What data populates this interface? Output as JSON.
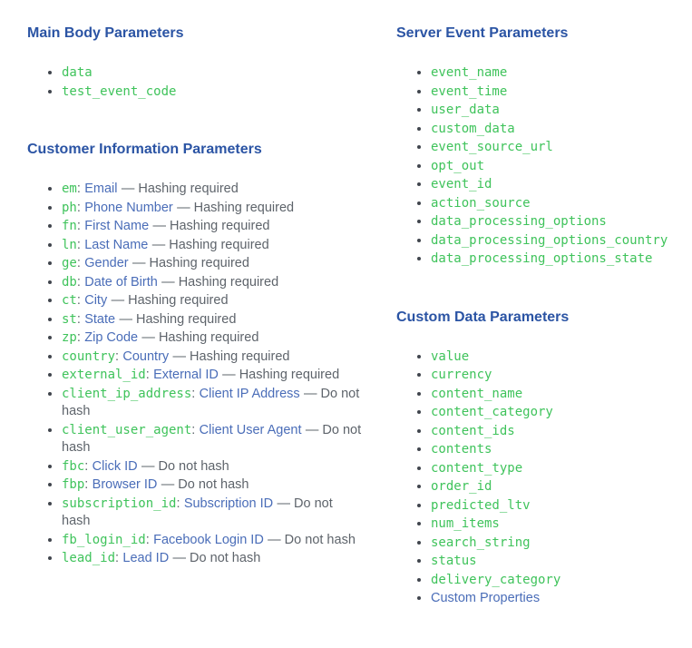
{
  "ui": {
    "colon": ":"
  },
  "sections": {
    "main_body": {
      "title": "Main Body Parameters",
      "items": [
        {
          "code": "data"
        },
        {
          "code": "test_event_code"
        }
      ]
    },
    "customer_info": {
      "title": "Customer Information Parameters",
      "items": [
        {
          "code": "em",
          "link": "Email",
          "note": "— Hashing required"
        },
        {
          "code": "ph",
          "link": "Phone Number",
          "note": "— Hashing required"
        },
        {
          "code": "fn",
          "link": "First Name",
          "note": "— Hashing required"
        },
        {
          "code": "ln",
          "link": "Last Name",
          "note": "— Hashing required"
        },
        {
          "code": "ge",
          "link": "Gender",
          "note": "— Hashing required"
        },
        {
          "code": "db",
          "link": "Date of Birth",
          "note": "— Hashing required"
        },
        {
          "code": "ct",
          "link": "City",
          "note": "— Hashing required"
        },
        {
          "code": "st",
          "link": "State",
          "note": "— Hashing required"
        },
        {
          "code": "zp",
          "link": "Zip Code",
          "note": "— Hashing required"
        },
        {
          "code": "country",
          "link": "Country",
          "note": "— Hashing required"
        },
        {
          "code": "external_id",
          "link": "External ID",
          "note": "— Hashing required"
        },
        {
          "code": "client_ip_address",
          "link": "Client IP Address",
          "note": "— Do not hash"
        },
        {
          "code": "client_user_agent",
          "link": "Client User Agent",
          "note": "— Do not hash"
        },
        {
          "code": "fbc",
          "link": "Click ID",
          "note": "— Do not hash"
        },
        {
          "code": "fbp",
          "link": "Browser ID",
          "note": "— Do not hash"
        },
        {
          "code": "subscription_id",
          "link": "Subscription ID",
          "note": "— Do not hash"
        },
        {
          "code": "fb_login_id",
          "link": "Facebook Login ID",
          "note": "— Do not hash"
        },
        {
          "code": "lead_id",
          "link": "Lead ID",
          "note": "— Do not hash"
        }
      ]
    },
    "server_event": {
      "title": "Server Event Parameters",
      "items": [
        {
          "code": "event_name"
        },
        {
          "code": "event_time"
        },
        {
          "code": "user_data"
        },
        {
          "code": "custom_data"
        },
        {
          "code": "event_source_url"
        },
        {
          "code": "opt_out"
        },
        {
          "code": "event_id"
        },
        {
          "code": "action_source"
        },
        {
          "code": "data_processing_options"
        },
        {
          "code": "data_processing_options_country"
        },
        {
          "code": "data_processing_options_state"
        }
      ]
    },
    "custom_data": {
      "title": "Custom Data Parameters",
      "items": [
        {
          "code": "value"
        },
        {
          "code": "currency"
        },
        {
          "code": "content_name"
        },
        {
          "code": "content_category"
        },
        {
          "code": "content_ids"
        },
        {
          "code": "contents"
        },
        {
          "code": "content_type"
        },
        {
          "code": "order_id"
        },
        {
          "code": "predicted_ltv"
        },
        {
          "code": "num_items"
        },
        {
          "code": "search_string"
        },
        {
          "code": "status"
        },
        {
          "code": "delivery_category"
        },
        {
          "link": "Custom Properties"
        }
      ]
    }
  }
}
